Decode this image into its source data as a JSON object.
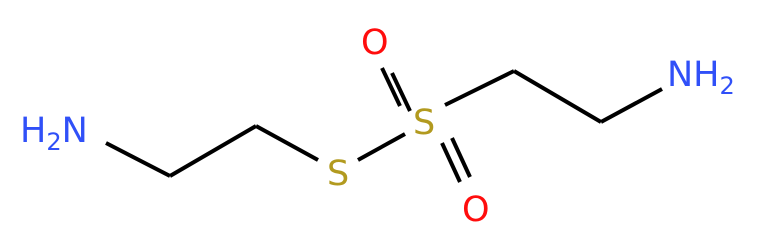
{
  "molecule": {
    "colors": {
      "bond": "#000000",
      "nitrogen": "#3050f8",
      "oxygen": "#ff0d0d",
      "sulfur": "#b29a1f"
    },
    "atoms": {
      "amine_left": {
        "symbol": "H",
        "subscript": "2",
        "element": "N",
        "suffix": ""
      },
      "sulfur_thio": {
        "symbol": "S"
      },
      "sulfur_sulfonyl": {
        "symbol": "S"
      },
      "oxygen_top": {
        "symbol": "O"
      },
      "oxygen_bottom": {
        "symbol": "O"
      },
      "amine_right": {
        "symbol": "NH",
        "subscript": "2"
      }
    }
  }
}
